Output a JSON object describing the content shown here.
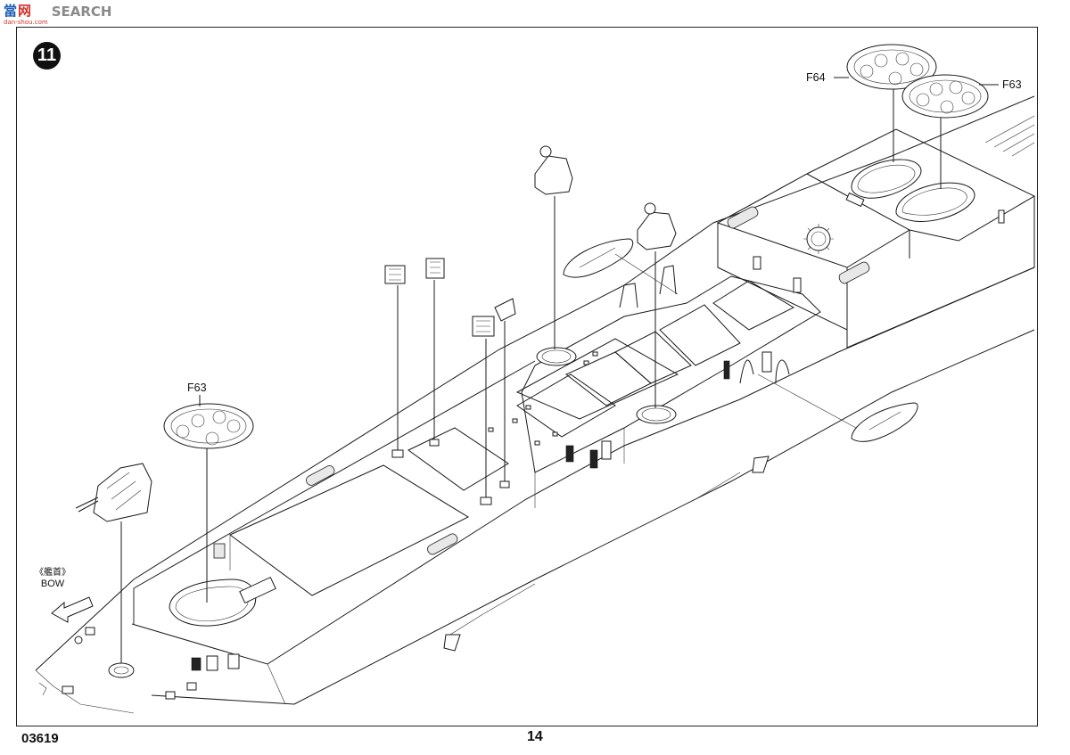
{
  "watermark": {
    "logo_cn": "當",
    "logo_cn2": "网",
    "logo_url": "dan-shou.com",
    "search_text": "SEARCH"
  },
  "step": {
    "number": "11"
  },
  "parts": {
    "f63_right": "F63",
    "f64": "F64",
    "f63_left": "F63"
  },
  "direction": {
    "bow_cn": "《艦首》",
    "bow_en": "BOW"
  },
  "footer": {
    "code": "03619",
    "page": "14"
  }
}
